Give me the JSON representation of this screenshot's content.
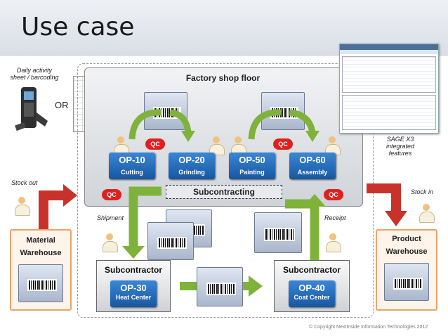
{
  "slide": {
    "title": "Use case",
    "copyright": "© Copyright NextInside Information Technologies 2012"
  },
  "notes": {
    "daily_activity": "Daily activity sheet / barcoding",
    "or": "OR",
    "stock_out": "Stock out",
    "stock_in": "Stock in",
    "shipment": "Shipment",
    "receipt": "Receipt",
    "sage": "SAGE X3 integrated features"
  },
  "factory": {
    "title": "Factory shop floor",
    "subcontracting": "Subcontracting",
    "qc": "QC",
    "operations": [
      {
        "code": "OP-10",
        "name": "Cutting"
      },
      {
        "code": "OP-20",
        "name": "Grinding"
      },
      {
        "code": "OP-50",
        "name": "Painting"
      },
      {
        "code": "OP-60",
        "name": "Assembly"
      }
    ]
  },
  "warehouses": {
    "material": {
      "line1": "Material",
      "line2": "Warehouse"
    },
    "product": {
      "line1": "Product",
      "line2": "Warehouse"
    }
  },
  "subcontractors": [
    {
      "label": "Subcontractor",
      "code": "OP-30",
      "name": "Heat Center"
    },
    {
      "label": "Subcontractor",
      "code": "OP-40",
      "name": "Coat Center"
    }
  ],
  "colors": {
    "op_blue": "#2a6fbf",
    "qc_red": "#e02020",
    "arrow_green": "#7fb23a",
    "arrow_red": "#c8322b",
    "warehouse_border": "#e8a56a"
  }
}
